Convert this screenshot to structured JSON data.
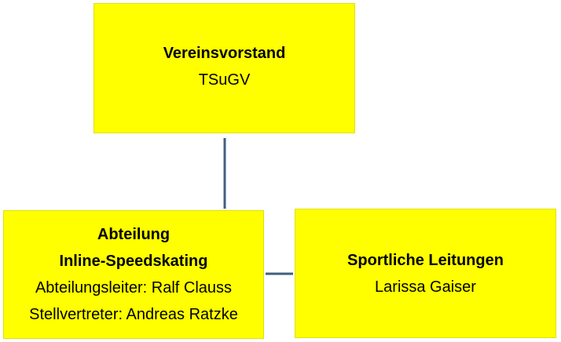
{
  "colors": {
    "box_fill": "#ffff00",
    "connector": "#3f5f80"
  },
  "nodes": {
    "board": {
      "title": "Vereinsvorstand",
      "subtitle": "TSuGV"
    },
    "department": {
      "title_line1": "Abteilung",
      "title_line2": "Inline-Speedskating",
      "head": "Abteilungsleiter: Ralf Clauss",
      "deputy": "Stellvertreter: Andreas Ratzke"
    },
    "sports": {
      "title": "Sportliche Leitungen",
      "person": "Larissa Gaiser"
    }
  }
}
